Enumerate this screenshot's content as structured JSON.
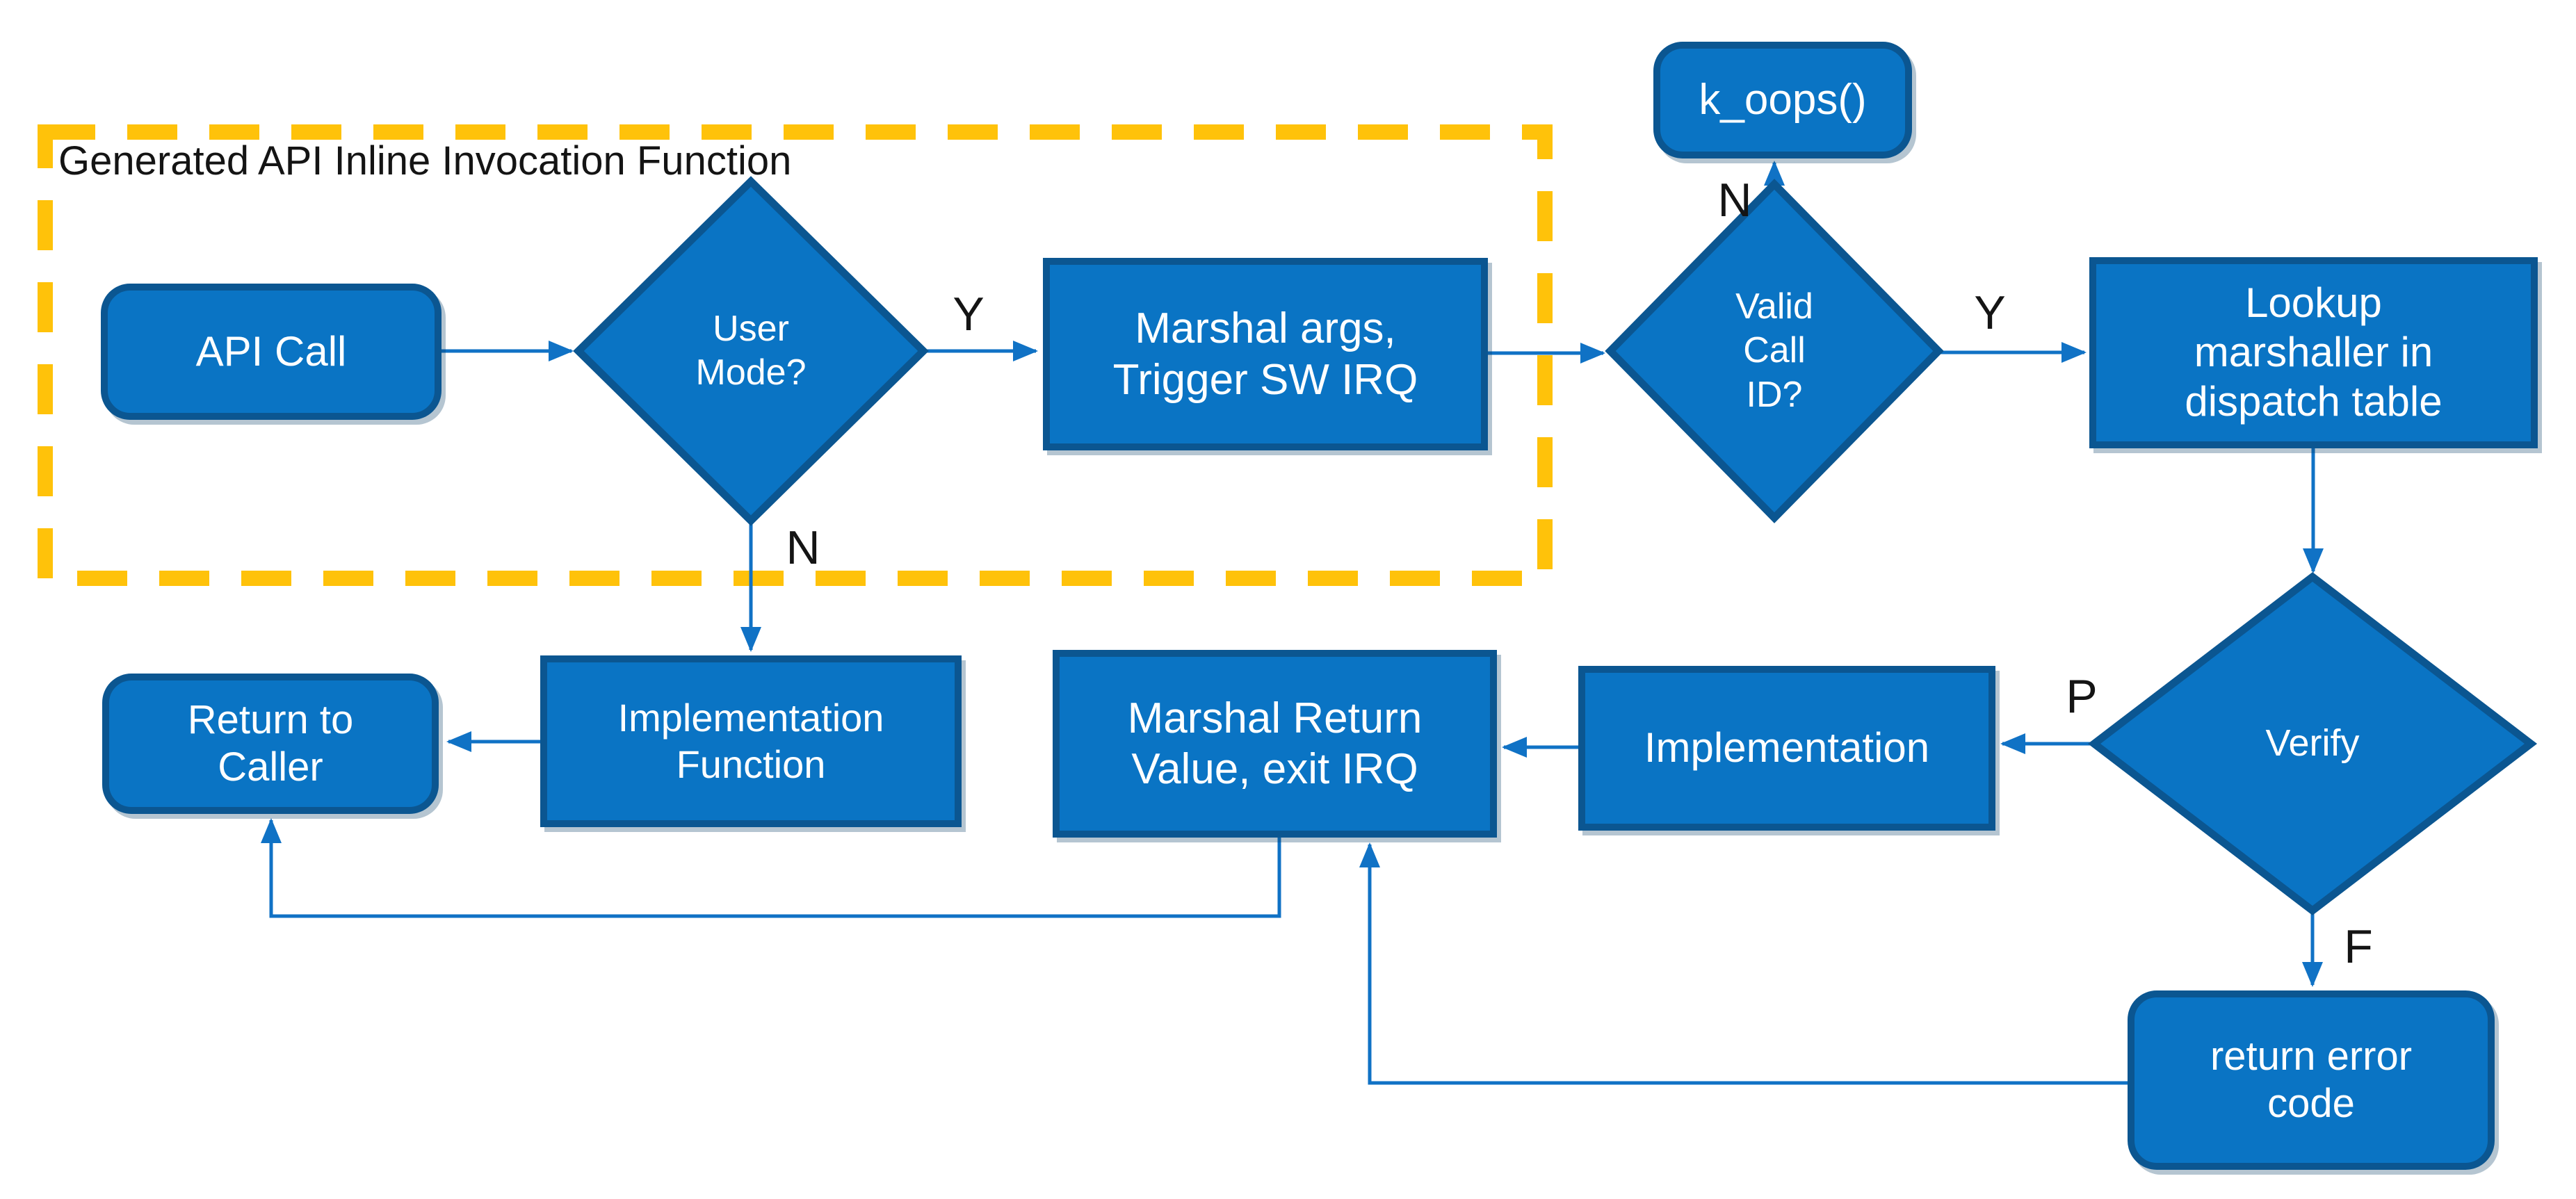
{
  "region": {
    "label": "Generated API Inline Invocation Function"
  },
  "colors": {
    "node_fill": "#0A74C4",
    "node_border": "#0B5691",
    "node_text": "#FFFFFF",
    "arrow": "#1072C5",
    "dashed_region": "#FFC20A",
    "label_text": "#141414",
    "background": "#FFFFFF"
  },
  "nodes": {
    "api_call": {
      "label": "API Call"
    },
    "user_mode": {
      "label": "User\nMode?"
    },
    "marshal_args": {
      "label": "Marshal args,\nTrigger SW IRQ"
    },
    "valid_call_id": {
      "label": "Valid\nCall\nID?"
    },
    "k_oops": {
      "label": "k_oops()"
    },
    "lookup": {
      "label": "Lookup\nmarshaller in\ndispatch table"
    },
    "verify": {
      "label": "Verify"
    },
    "implementation": {
      "label": "Implementation"
    },
    "marshal_return": {
      "label": "Marshal Return\nValue, exit IRQ"
    },
    "implementation_function": {
      "label": "Implementation\nFunction"
    },
    "return_to_caller": {
      "label": "Return to\nCaller"
    },
    "return_error_code": {
      "label": "return error\ncode"
    }
  },
  "edge_labels": {
    "user_mode_yes": "Y",
    "user_mode_no": "N",
    "valid_call_no": "N",
    "valid_call_yes": "Y",
    "verify_pass": "P",
    "verify_fail": "F"
  }
}
